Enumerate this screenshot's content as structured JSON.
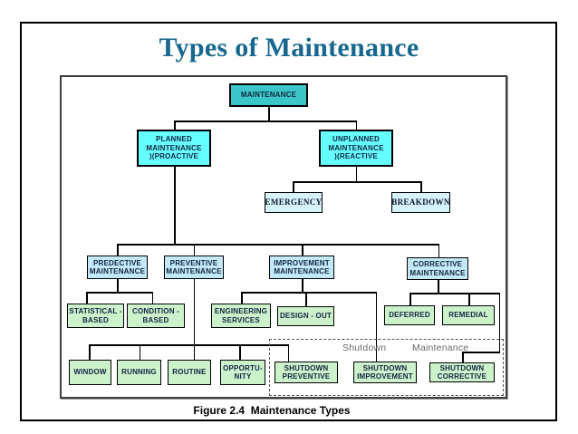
{
  "slide": {
    "title": "Types of Maintenance",
    "caption": "Figure 2.4  Maintenance Types"
  },
  "diagram": {
    "nodes": {
      "maintenance": {
        "line1": "MAINTENANCE"
      },
      "planned": {
        "line1": "PLANNED",
        "line2": "MAINTENANCE",
        "line3": ")(PROACTIVE"
      },
      "unplanned": {
        "line1": "UNPLANNED",
        "line2": "MAINTENANCE",
        "line3": ")(REACTIVE"
      },
      "emergency": {
        "line1": "EMERGENCY"
      },
      "breakdown": {
        "line1": "BREAKDOWN"
      },
      "predective": {
        "line1": "PREDECTIVE",
        "line2": "MAINTENANCE"
      },
      "preventive": {
        "line1": "PREVENTIVE",
        "line2": "MAINTENANCE"
      },
      "improvement": {
        "line1": "IMPROVEMENT",
        "line2": "MAINTENANCE"
      },
      "corrective": {
        "line1": "CORRECTIVE",
        "line2": "MAINTENANCE"
      },
      "statistical": {
        "line1": "STATISTICAL -",
        "line2": "BASED"
      },
      "condition": {
        "line1": "CONDITION -",
        "line2": "BASED"
      },
      "engineering": {
        "line1": "ENGINEERING",
        "line2": "SERVICES"
      },
      "design_out": {
        "line1": "DESIGN - OUT"
      },
      "deferred": {
        "line1": "DEFERRED"
      },
      "remedial": {
        "line1": "REMEDIAL"
      },
      "window": {
        "line1": "WINDOW"
      },
      "running": {
        "line1": "RUNNING"
      },
      "routine": {
        "line1": "ROUTINE"
      },
      "opportunity": {
        "line1": "OPPORTU-",
        "line2": "NITY"
      },
      "shutdown_preventive": {
        "line1": "SHUTDOWN",
        "line2": "PREVENTIVE"
      },
      "shutdown_improvement": {
        "line1": "SHUTDOWN",
        "line2": "IMPROVEMENT"
      },
      "shutdown_corrective": {
        "line1": "SHUTDOWN",
        "line2": "CORRECTIVE"
      }
    },
    "group_labels": {
      "left": "Shutdown",
      "right": "Maintenance"
    },
    "hierarchy": {
      "MAINTENANCE": [
        "PLANNED MAINTENANCE )(PROACTIVE",
        "UNPLANNED MAINTENANCE )(REACTIVE"
      ],
      "UNPLANNED MAINTENANCE )(REACTIVE": [
        "EMERGENCY",
        "BREAKDOWN"
      ],
      "PLANNED MAINTENANCE )(PROACTIVE": [
        "PREDECTIVE MAINTENANCE",
        "PREVENTIVE MAINTENANCE",
        "IMPROVEMENT MAINTENANCE",
        "CORRECTIVE MAINTENANCE"
      ],
      "PREDECTIVE MAINTENANCE": [
        "STATISTICAL - BASED",
        "CONDITION - BASED"
      ],
      "PREVENTIVE MAINTENANCE": [
        "WINDOW",
        "RUNNING",
        "ROUTINE",
        "OPPORTU-NITY",
        "SHUTDOWN PREVENTIVE"
      ],
      "IMPROVEMENT MAINTENANCE": [
        "ENGINEERING SERVICES",
        "DESIGN - OUT",
        "SHUTDOWN IMPROVEMENT"
      ],
      "CORRECTIVE MAINTENANCE": [
        "DEFERRED",
        "REMEDIAL",
        "SHUTDOWN CORRECTIVE"
      ]
    },
    "colors": {
      "title_text": "#17678F",
      "root_fill": "#3BC7C9",
      "level2_fill": "#66FFFF",
      "emergency_fill": "#D6F2FA",
      "level3_fill": "#C2E9F8",
      "leaf_fill": "#CCF2CC",
      "line": "#000000",
      "group_label_text": "#6A6A6A"
    }
  }
}
